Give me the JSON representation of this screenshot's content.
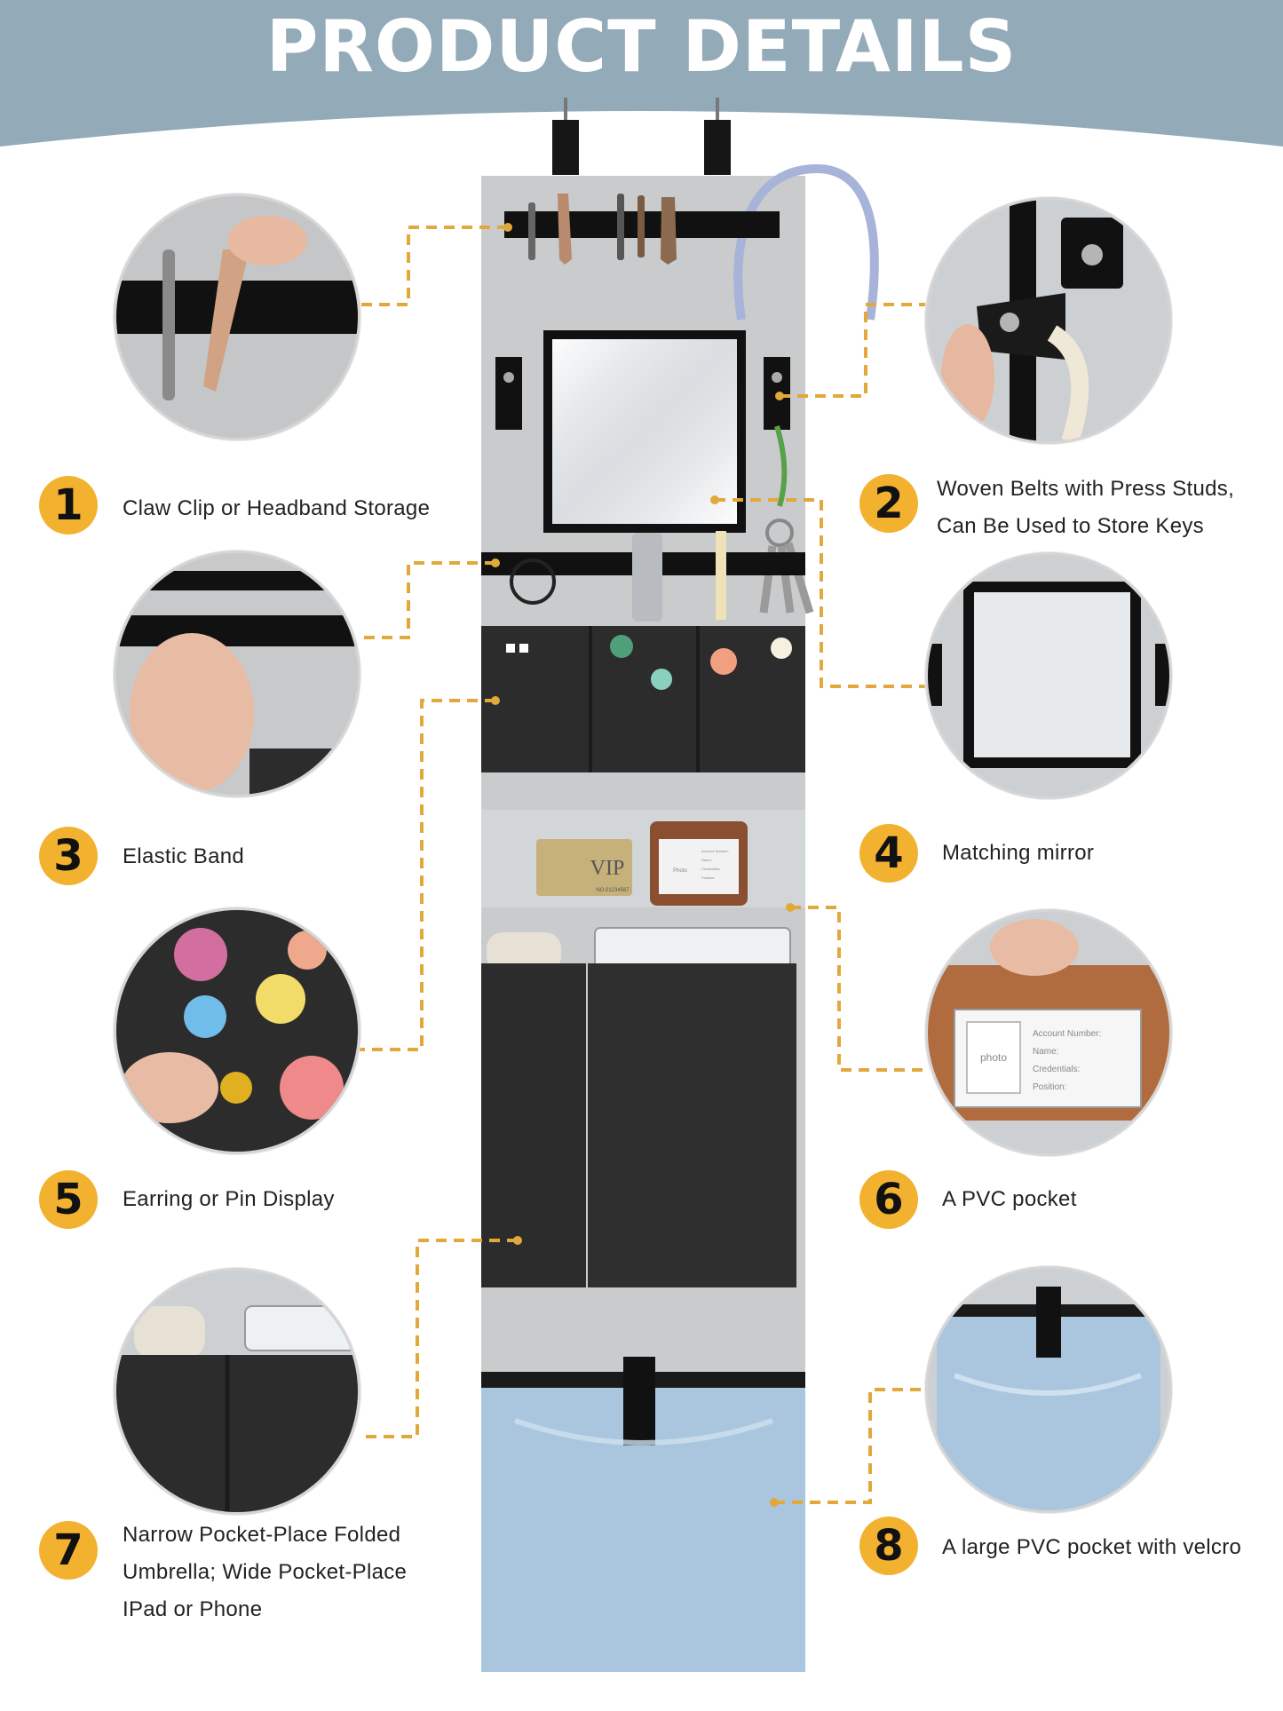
{
  "header": {
    "title": "PRODUCT DETAILS",
    "background_color": "#93aab8"
  },
  "features": [
    {
      "number": "1",
      "label": "Claw Clip or Headband Storage",
      "icon": "claw-clip-icon"
    },
    {
      "number": "2",
      "label_lines": [
        "Woven Belts with Press Studs,",
        "Can Be Used to Store Keys"
      ],
      "icon": "press-stud-icon"
    },
    {
      "number": "3",
      "label": "Elastic Band",
      "icon": "elastic-band-icon"
    },
    {
      "number": "4",
      "label": "Matching mirror",
      "icon": "mirror-icon"
    },
    {
      "number": "5",
      "label": "Earring or Pin Display",
      "icon": "pin-display-icon"
    },
    {
      "number": "6",
      "label": "A PVC pocket",
      "icon": "pvc-pocket-icon"
    },
    {
      "number": "7",
      "label_lines": [
        "Narrow Pocket-Place Folded",
        "Umbrella; Wide Pocket-Place",
        "IPad or Phone"
      ],
      "icon": "umbrella-pocket-icon"
    },
    {
      "number": "8",
      "label": "A large PVC pocket with velcro",
      "icon": "large-pvc-pocket-icon"
    }
  ],
  "product_labels": {
    "vip": "VIP",
    "card_no": "NO.01234567",
    "badge_photo": "Photo",
    "badge_fields": [
      "Account Number:",
      "Name:",
      "Credentials:",
      "Position:"
    ]
  },
  "closeup_card": {
    "photo": "photo",
    "fields": [
      "Account Number:",
      "Name:",
      "Credentials:",
      "Position:"
    ]
  },
  "colors": {
    "badge": "#f2b22f",
    "connector": "#e2a83a",
    "felt_gray": "#c9cbcd",
    "felt_black": "#2c2c2c",
    "pvc_blue": "#a9c6de"
  }
}
